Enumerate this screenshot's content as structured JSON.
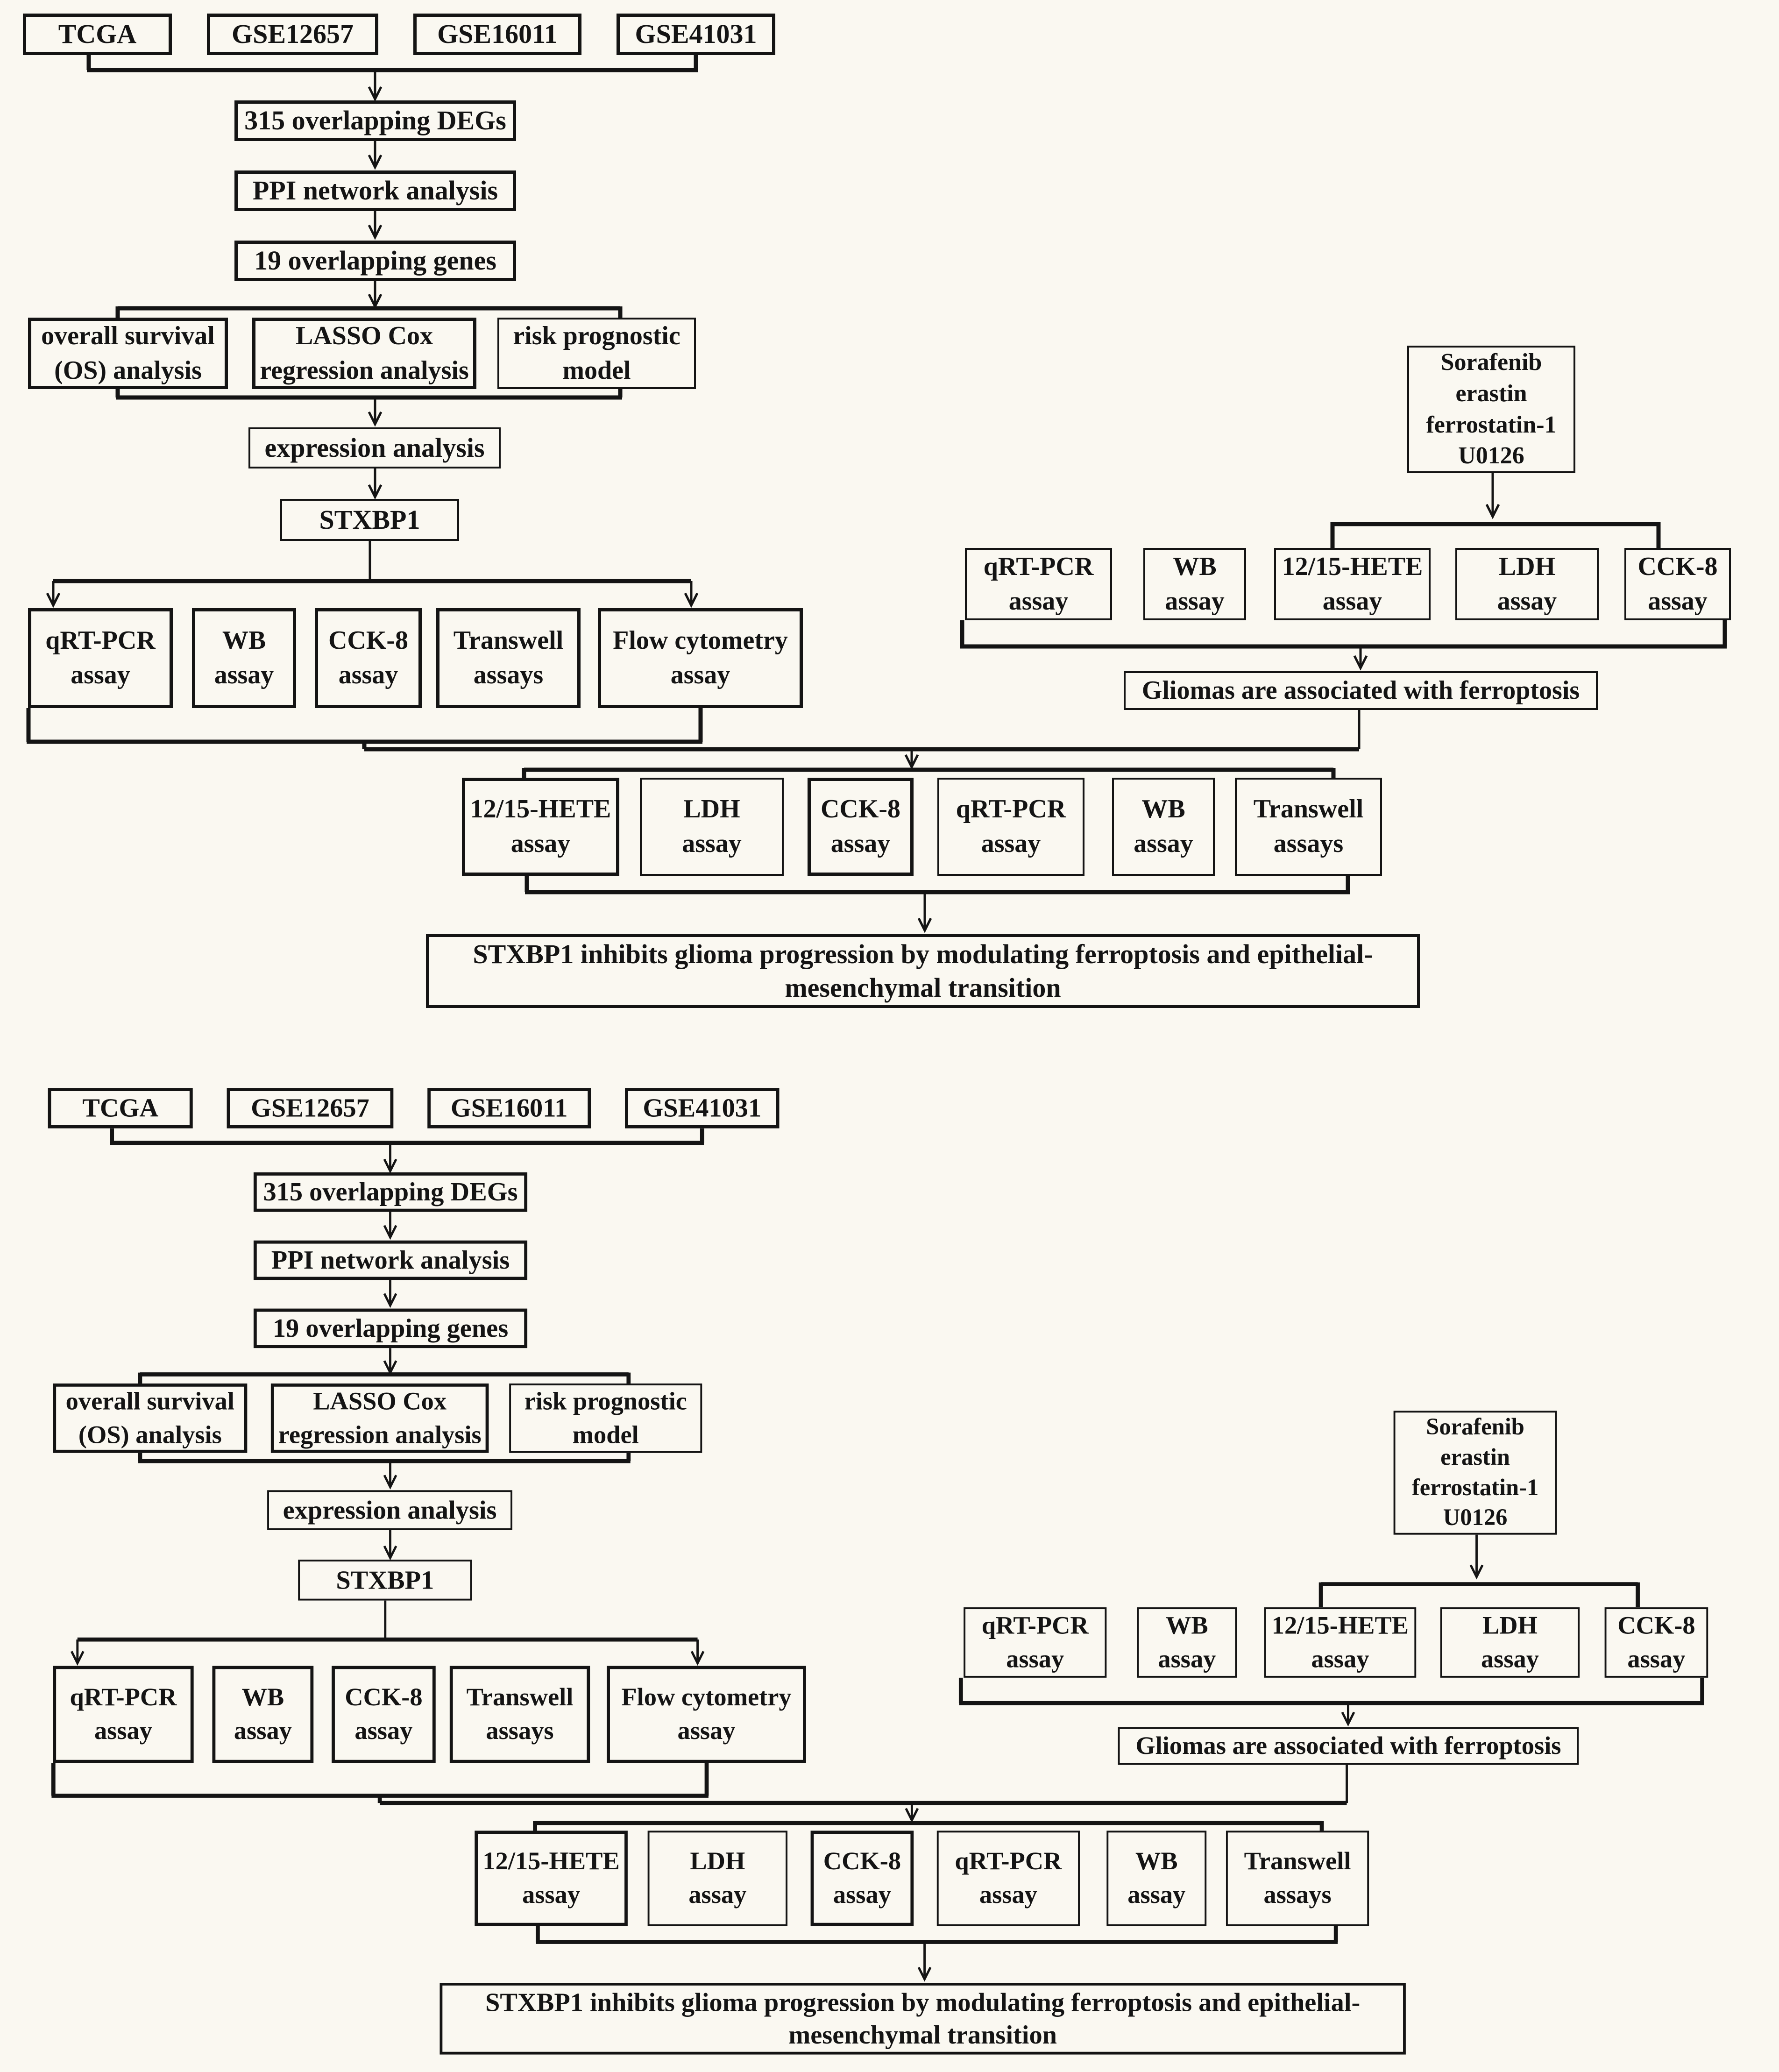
{
  "diagram_title": "STXBP1 glioma study workflow flowchart",
  "boxes": {
    "tcga": "TCGA",
    "gse12657": "GSE12657",
    "gse16011": "GSE16011",
    "gse41031": "GSE41031",
    "degs": "315 overlapping DEGs",
    "ppi": "PPI network analysis",
    "genes19": "19 overlapping genes",
    "os": "overall survival\n(OS) analysis",
    "lasso": "LASSO Cox\nregression analysis",
    "risk": "risk prognostic\nmodel",
    "expression": "expression analysis",
    "stxbp1": "STXBP1",
    "qrtpcr": "qRT-PCR\nassay",
    "wb": "WB\nassay",
    "cck8": "CCK-8\nassay",
    "transwell": "Transwell\nassays",
    "flow": "Flow cytometry\nassay",
    "sorafenib": "Sorafenib\nerastin\nferrostatin-1\nU0126",
    "hete": "12/15-HETE\nassay",
    "ldh": "LDH\nassay",
    "gliomas": "Gliomas are associated with ferroptosis",
    "conclusion": "STXBP1 inhibits glioma progression by modulating ferroptosis and epithelial-\nmesenchymal transition"
  }
}
